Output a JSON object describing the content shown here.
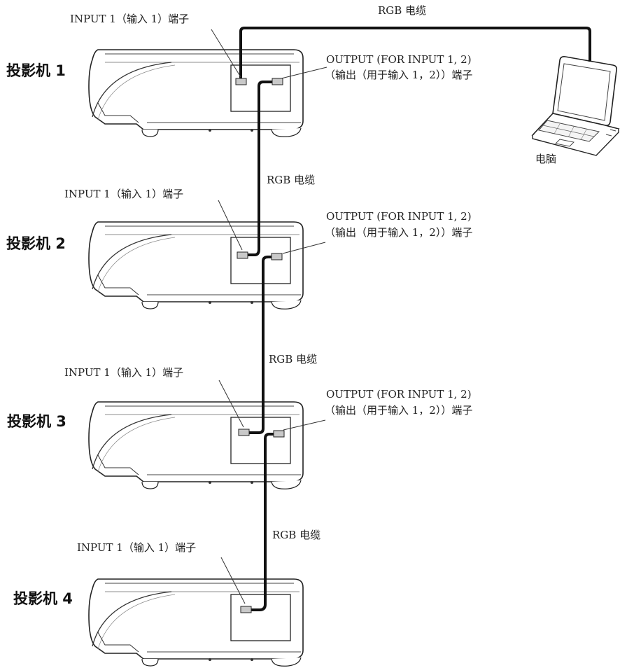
{
  "projectors": [
    {
      "name": "投影机 1",
      "input_label": "INPUT 1（输入 1）端子",
      "output_label_1": "OUTPUT (FOR INPUT 1, 2)",
      "output_label_2": "（输出（用于输入 1，2））端子"
    },
    {
      "name": "投影机 2",
      "input_label": "INPUT 1（输入 1）端子",
      "output_label_1": "OUTPUT (FOR INPUT 1, 2)",
      "output_label_2": "（输出（用于输入 1，2））端子"
    },
    {
      "name": "投影机 3",
      "input_label": "INPUT 1（输入 1）端子",
      "output_label_1": "OUTPUT (FOR INPUT 1, 2)",
      "output_label_2": "（输出（用于输入 1，2））端子"
    },
    {
      "name": "投影机 4",
      "input_label": "INPUT 1（输入 1）端子"
    }
  ],
  "cables": [
    {
      "label": "RGB 电缆"
    },
    {
      "label": "RGB 电缆"
    },
    {
      "label": "RGB 电缆"
    },
    {
      "label": "RGB 电缆"
    }
  ],
  "computer": {
    "label": "电脑"
  }
}
